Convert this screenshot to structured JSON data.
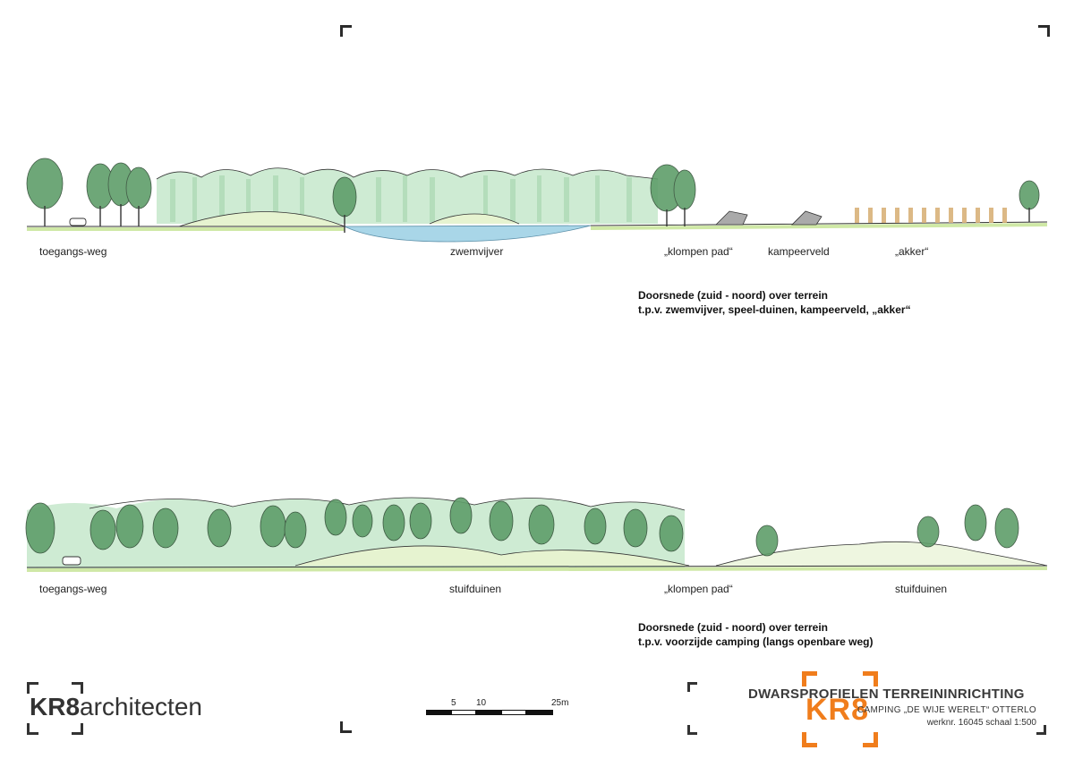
{
  "section1": {
    "labels": {
      "toegangs_weg": "toegangs-weg",
      "zwemvijver": "zwemvijver",
      "klompen_pad": "„klompen pad“",
      "kampeerveld": "kampeerveld",
      "akker": "„akker“"
    },
    "caption_line1": "Doorsnede (zuid - noord) over terrein",
    "caption_line2": "t.p.v. zwemvijver, speel-duinen, kampeerveld, „akker“"
  },
  "section2": {
    "labels": {
      "toegangs_weg": "toegangs-weg",
      "stuifduinen_1": "stuifduinen",
      "klompen_pad": "„klompen pad“",
      "stuifduinen_2": "stuifduinen"
    },
    "caption_line1": "Doorsnede (zuid - noord) over terrein",
    "caption_line2": "t.p.v. voorzijde camping (langs openbare weg)"
  },
  "logo": {
    "bold": "KR8",
    "rest": "architecten"
  },
  "scale_bar": {
    "ticks": [
      "5",
      "10",
      "25m"
    ]
  },
  "title_block": {
    "title": "DWARSPROFIELEN TERREININRICHTING",
    "subtitle": "CAMPING „DE WIJE WERELT“ OTTERLO",
    "meta": "werknr. 16045  schaal 1:500",
    "logo_mark": "KR8"
  },
  "colors": {
    "tree_green": "#5f9e6a",
    "light_green": "#bfe3c3",
    "grass": "#d8ecb0",
    "water": "#a9d6e8",
    "akker": "#d9b27a",
    "orange": "#f07d1c"
  }
}
